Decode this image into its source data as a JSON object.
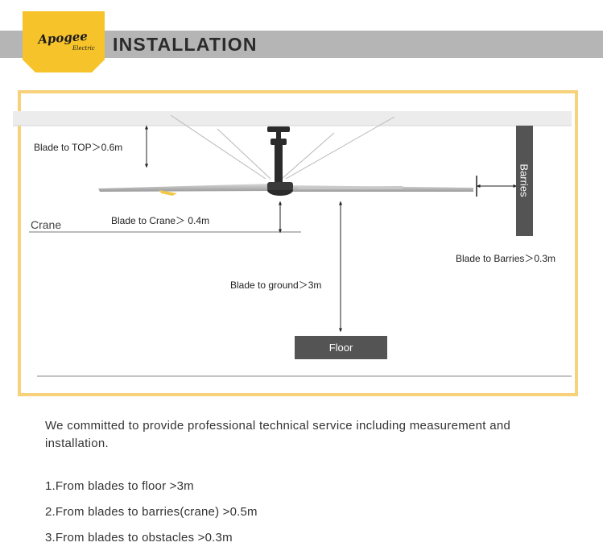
{
  "brand": {
    "name": "Apogee",
    "sub": "Electric",
    "color": "#f7c32a"
  },
  "header": {
    "title": "INSTALLATION"
  },
  "diagram": {
    "labels": {
      "blade_to_top": "Blade to TOP＞0.6m",
      "crane": "Crane",
      "blade_to_crane": "Blade to Crane＞ 0.4m",
      "blade_to_barries": "Blade to Barries＞0.3m",
      "blade_to_ground": "Blade to ground＞3m",
      "floor": "Floor",
      "barries": "Barries"
    }
  },
  "content": {
    "intro": "We committed to provide professional technical service including measurement and installation.",
    "requirements": [
      "1.From blades to floor >3m",
      "2.From blades to barries(crane) >0.5m",
      "3.From blades to obstacles >0.3m"
    ]
  }
}
